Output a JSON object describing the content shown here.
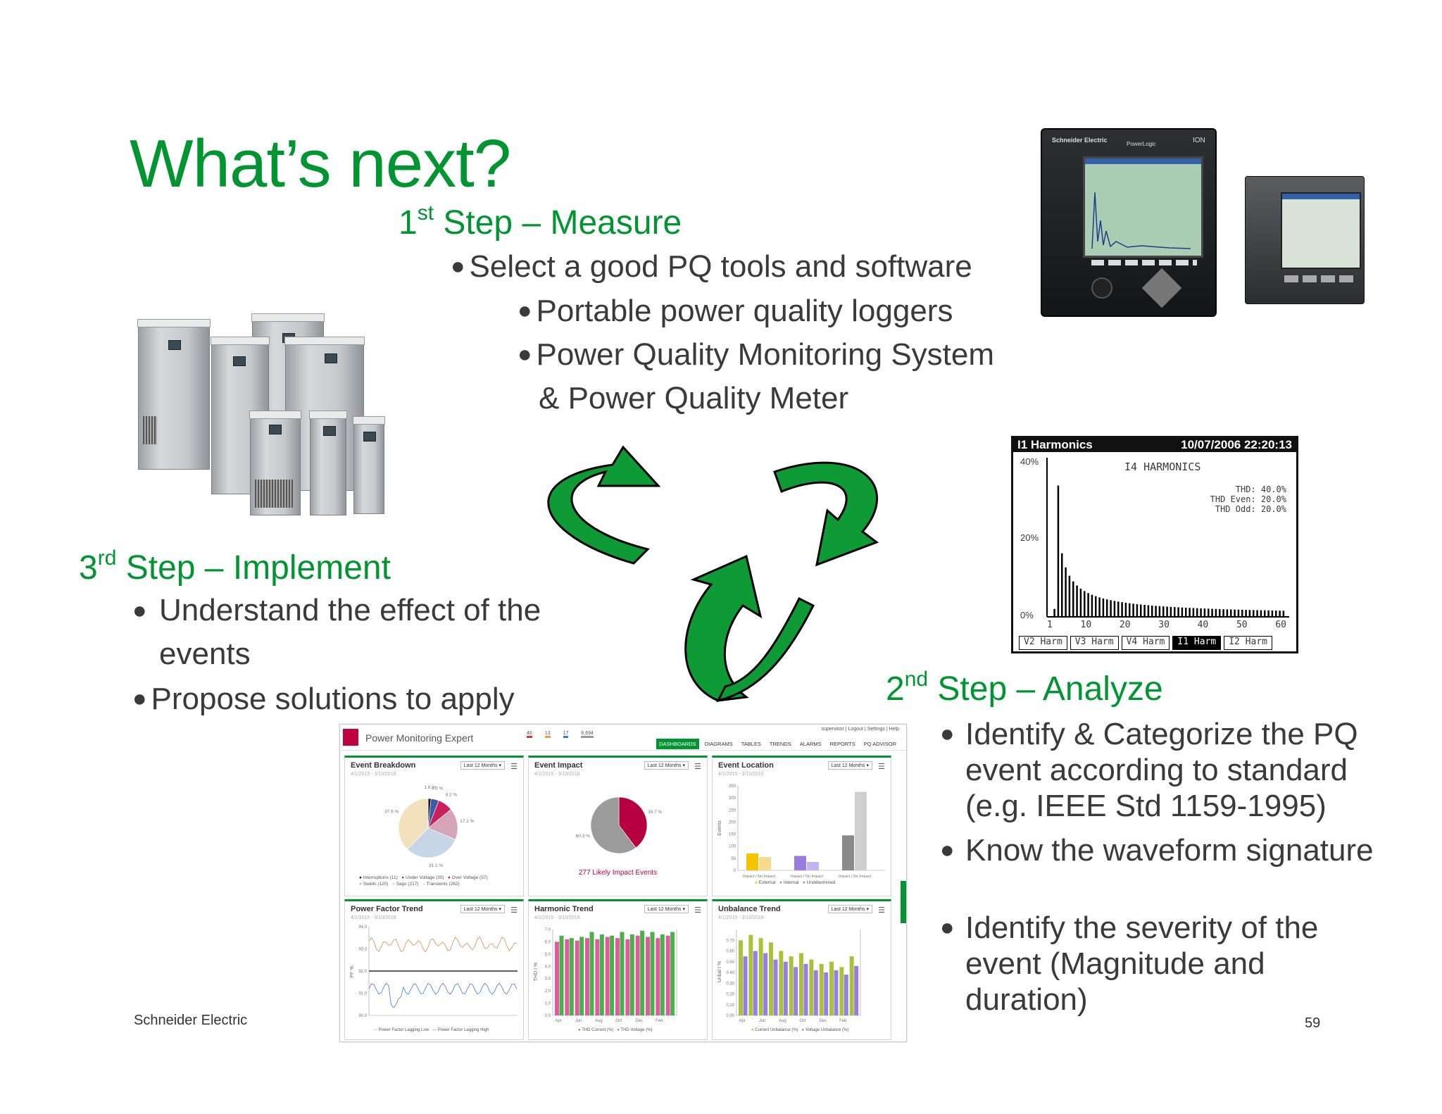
{
  "slide": {
    "title": "What’s next?",
    "footer_company": "Schneider Electric",
    "page_number": "59",
    "brand_color": "#009530"
  },
  "step1": {
    "ordinal": "1",
    "suffix": "st",
    "label": " Step – Measure",
    "bullet": "Select a good PQ tools and software",
    "sub1": "Portable power quality loggers",
    "sub2": "Power Quality Monitoring System",
    "sub2b": "& Power Quality Meter"
  },
  "step2": {
    "ordinal": "2",
    "suffix": "nd",
    "label": " Step – Analyze",
    "b1": "Identify & Categorize the PQ event according to  standard (e.g. IEEE Std 1159-1995)",
    "b2": "Know the waveform signature",
    "b3": "Identify the severity of the event  (Magnitude and duration)"
  },
  "step3": {
    "ordinal": "3",
    "suffix": "rd",
    "label": " Step – Implement",
    "b1": "Understand the effect of the events",
    "b2": "Propose solutions to apply"
  },
  "meter": {
    "brand": "Schneider Electric",
    "model": "PowerLogic",
    "ion": "ION"
  },
  "harmonics": {
    "title": "I1 Harmonics",
    "timestamp": "10/07/2006 22:20:13",
    "subtitle": "I4  HARMONICS",
    "thd": "THD:  40.0%",
    "thd_even": "THD  Even:  20.0%",
    "thd_odd": "THD  Odd:  20.0%",
    "y_ticks": [
      "40%",
      "20%",
      "0%"
    ],
    "x_ticks": [
      "1",
      "10",
      "20",
      "30",
      "40",
      "50",
      "60"
    ],
    "tabs": [
      "V2 Harm",
      "V3 Harm",
      "V4 Harm",
      "I1 Harm",
      "I2 Harm"
    ],
    "active_tab": "I1 Harm"
  },
  "dashboard": {
    "app_title": "Power Monitoring Expert",
    "user": "supervisor | Logout | Settings | Help",
    "nav": [
      "DASHBOARDS",
      "DIAGRAMS",
      "TABLES",
      "TRENDS",
      "ALARMS",
      "REPORTS",
      "PQ ADVISOR"
    ],
    "alarm_counts": [
      "46",
      "13",
      "17",
      "6,694"
    ],
    "period": "Last 12 Months",
    "date_range": "4/1/2015 - 3/10/2016",
    "panels": [
      {
        "title": "Event Breakdown"
      },
      {
        "title": "Event Impact",
        "caption": "277 Likely Impact Events"
      },
      {
        "title": "Event Location"
      },
      {
        "title": "Power Factor Trend"
      },
      {
        "title": "Harmonic Trend"
      },
      {
        "title": "Unbalance Trend"
      }
    ]
  },
  "chart_data": [
    {
      "type": "pie",
      "title": "Event Breakdown",
      "categories": [
        "Interruptions (11)",
        "Under Voltage (30)",
        "Over Voltage (57)",
        "Swells (120)",
        "Sags (217)",
        "Transients (262)"
      ],
      "values": [
        1.6,
        4.3,
        8.2,
        17.2,
        31.1,
        37.6
      ],
      "data_labels": [
        "1.6 %",
        "4.3 %",
        "8.2 %",
        "17.2 %",
        "31.1 %",
        "37.6 %"
      ],
      "colors": [
        "#1b1b1b",
        "#3b5ba8",
        "#c8205a",
        "#d6a4b7",
        "#c7d6e6",
        "#f3e0bd"
      ]
    },
    {
      "type": "pie",
      "title": "Event Impact",
      "values": [
        39.7,
        60.3
      ],
      "data_labels": [
        "39.7 %",
        "60.3 %"
      ],
      "colors": [
        "#b7003f",
        "#9b9b9b"
      ]
    },
    {
      "type": "bar",
      "title": "Event Location",
      "categories": [
        "Impact / No Impact",
        "Impact / No Impact",
        "Impact / No Impact"
      ],
      "series": [
        {
          "name": "External",
          "values": [
            70,
            55
          ]
        },
        {
          "name": "Internal",
          "values": [
            60,
            35
          ]
        },
        {
          "name": "Undetermined",
          "values": [
            145,
            325
          ]
        }
      ],
      "ylabel": "Events",
      "y_ticks": [
        0,
        50,
        100,
        150,
        200,
        250,
        300,
        350
      ],
      "ylim": [
        0,
        350
      ]
    },
    {
      "type": "line",
      "title": "Power Factor Trend",
      "ylabel": "PF %",
      "ylim": [
        90,
        94
      ],
      "series": [
        {
          "name": "Power Factor Lagging Low"
        },
        {
          "name": "Power Factor Lagging High"
        }
      ]
    },
    {
      "type": "bar",
      "title": "Harmonic Trend",
      "categories": [
        "Apr",
        "Jun",
        "Aug",
        "Oct",
        "Dec",
        "Feb"
      ],
      "series": [
        {
          "name": "THD Current (%)",
          "values": [
            6.0,
            6.2,
            6.1,
            6.3,
            6.2,
            6.4,
            6.3,
            6.2,
            6.5,
            6.4,
            6.3,
            6.5
          ]
        },
        {
          "name": "THD Voltage (%)",
          "values": [
            6.5,
            6.3,
            6.4,
            6.8,
            6.6,
            6.5,
            6.8,
            6.6,
            6.9,
            6.8,
            6.6,
            6.8
          ]
        }
      ],
      "ylabel": "THD I %",
      "ylim": [
        0,
        7
      ]
    },
    {
      "type": "bar",
      "title": "Unbalance Trend",
      "categories": [
        "Apr",
        "Jun",
        "Aug",
        "Oct",
        "Dec",
        "Feb"
      ],
      "series": [
        {
          "name": "Current Unbalance (%)",
          "values": [
            0.7,
            0.75,
            0.72,
            0.68,
            0.6,
            0.55,
            0.58,
            0.52,
            0.48,
            0.5,
            0.45,
            0.55
          ]
        },
        {
          "name": "Voltage Unbalance (%)",
          "values": [
            0.55,
            0.6,
            0.58,
            0.52,
            0.5,
            0.45,
            0.48,
            0.42,
            0.4,
            0.42,
            0.38,
            0.46
          ]
        }
      ],
      "ylabel": "Unbal I %",
      "ylim": [
        0,
        0.8
      ]
    }
  ]
}
